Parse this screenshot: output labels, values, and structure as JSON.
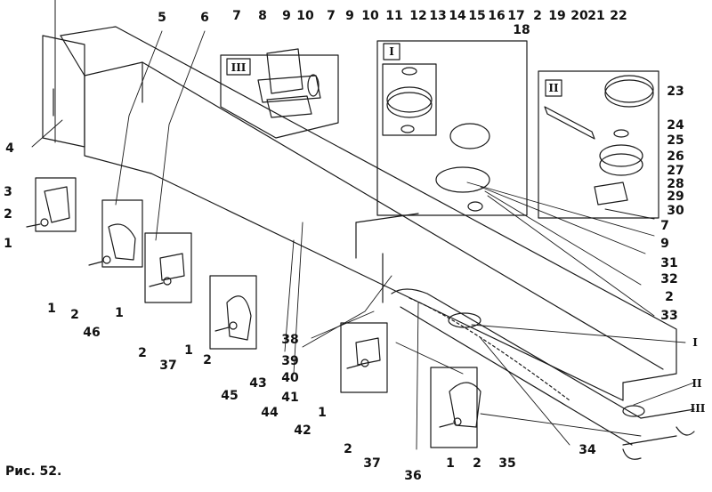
{
  "caption": "Рис. 52.",
  "callouts": [
    {
      "id": "c-1a",
      "text": "1"
    },
    {
      "id": "c-2a",
      "text": "2"
    },
    {
      "id": "c-3",
      "text": "3"
    },
    {
      "id": "c-4",
      "text": "4"
    },
    {
      "id": "c-5",
      "text": "5"
    },
    {
      "id": "c-6",
      "text": "6"
    },
    {
      "id": "c-7a",
      "text": "7"
    },
    {
      "id": "c-8",
      "text": "8"
    },
    {
      "id": "c-9a",
      "text": "9"
    },
    {
      "id": "c-10a",
      "text": "10"
    },
    {
      "id": "c-7b",
      "text": "7"
    },
    {
      "id": "c-9b",
      "text": "9"
    },
    {
      "id": "c-10b",
      "text": "10"
    },
    {
      "id": "c-11",
      "text": "11"
    },
    {
      "id": "c-12",
      "text": "12"
    },
    {
      "id": "c-13",
      "text": "13"
    },
    {
      "id": "c-14",
      "text": "14"
    },
    {
      "id": "c-15",
      "text": "15"
    },
    {
      "id": "c-16",
      "text": "16"
    },
    {
      "id": "c-17",
      "text": "17"
    },
    {
      "id": "c-18",
      "text": "18"
    },
    {
      "id": "c-2b",
      "text": "2"
    },
    {
      "id": "c-19",
      "text": "19"
    },
    {
      "id": "c-20",
      "text": "20"
    },
    {
      "id": "c-21",
      "text": "21"
    },
    {
      "id": "c-22",
      "text": "22"
    },
    {
      "id": "c-23",
      "text": "23"
    },
    {
      "id": "c-24",
      "text": "24"
    },
    {
      "id": "c-25",
      "text": "25"
    },
    {
      "id": "c-26",
      "text": "26"
    },
    {
      "id": "c-27",
      "text": "27"
    },
    {
      "id": "c-28",
      "text": "28"
    },
    {
      "id": "c-29",
      "text": "29"
    },
    {
      "id": "c-30",
      "text": "30"
    },
    {
      "id": "c-7c",
      "text": "7"
    },
    {
      "id": "c-9c",
      "text": "9"
    },
    {
      "id": "c-31",
      "text": "31"
    },
    {
      "id": "c-32",
      "text": "32"
    },
    {
      "id": "c-2c",
      "text": "2"
    },
    {
      "id": "c-33",
      "text": "33"
    },
    {
      "id": "c-I",
      "text": "I"
    },
    {
      "id": "c-II",
      "text": "II"
    },
    {
      "id": "c-III",
      "text": "III"
    },
    {
      "id": "c-1b",
      "text": "1"
    },
    {
      "id": "c-2d",
      "text": "2"
    },
    {
      "id": "c-46",
      "text": "46"
    },
    {
      "id": "c-1c",
      "text": "1"
    },
    {
      "id": "c-2e",
      "text": "2"
    },
    {
      "id": "c-37a",
      "text": "37"
    },
    {
      "id": "c-1d",
      "text": "1"
    },
    {
      "id": "c-2f",
      "text": "2"
    },
    {
      "id": "c-45",
      "text": "45"
    },
    {
      "id": "c-43",
      "text": "43"
    },
    {
      "id": "c-44",
      "text": "44"
    },
    {
      "id": "c-38",
      "text": "38"
    },
    {
      "id": "c-39",
      "text": "39"
    },
    {
      "id": "c-40",
      "text": "40"
    },
    {
      "id": "c-41",
      "text": "41"
    },
    {
      "id": "c-42",
      "text": "42"
    },
    {
      "id": "c-1e",
      "text": "1"
    },
    {
      "id": "c-2g",
      "text": "2"
    },
    {
      "id": "c-37b",
      "text": "37"
    },
    {
      "id": "c-36",
      "text": "36"
    },
    {
      "id": "c-1f",
      "text": "1"
    },
    {
      "id": "c-2h",
      "text": "2"
    },
    {
      "id": "c-35",
      "text": "35"
    },
    {
      "id": "c-34",
      "text": "34"
    }
  ],
  "insets": {
    "i1": "I",
    "i2": "II",
    "i3": "III"
  }
}
